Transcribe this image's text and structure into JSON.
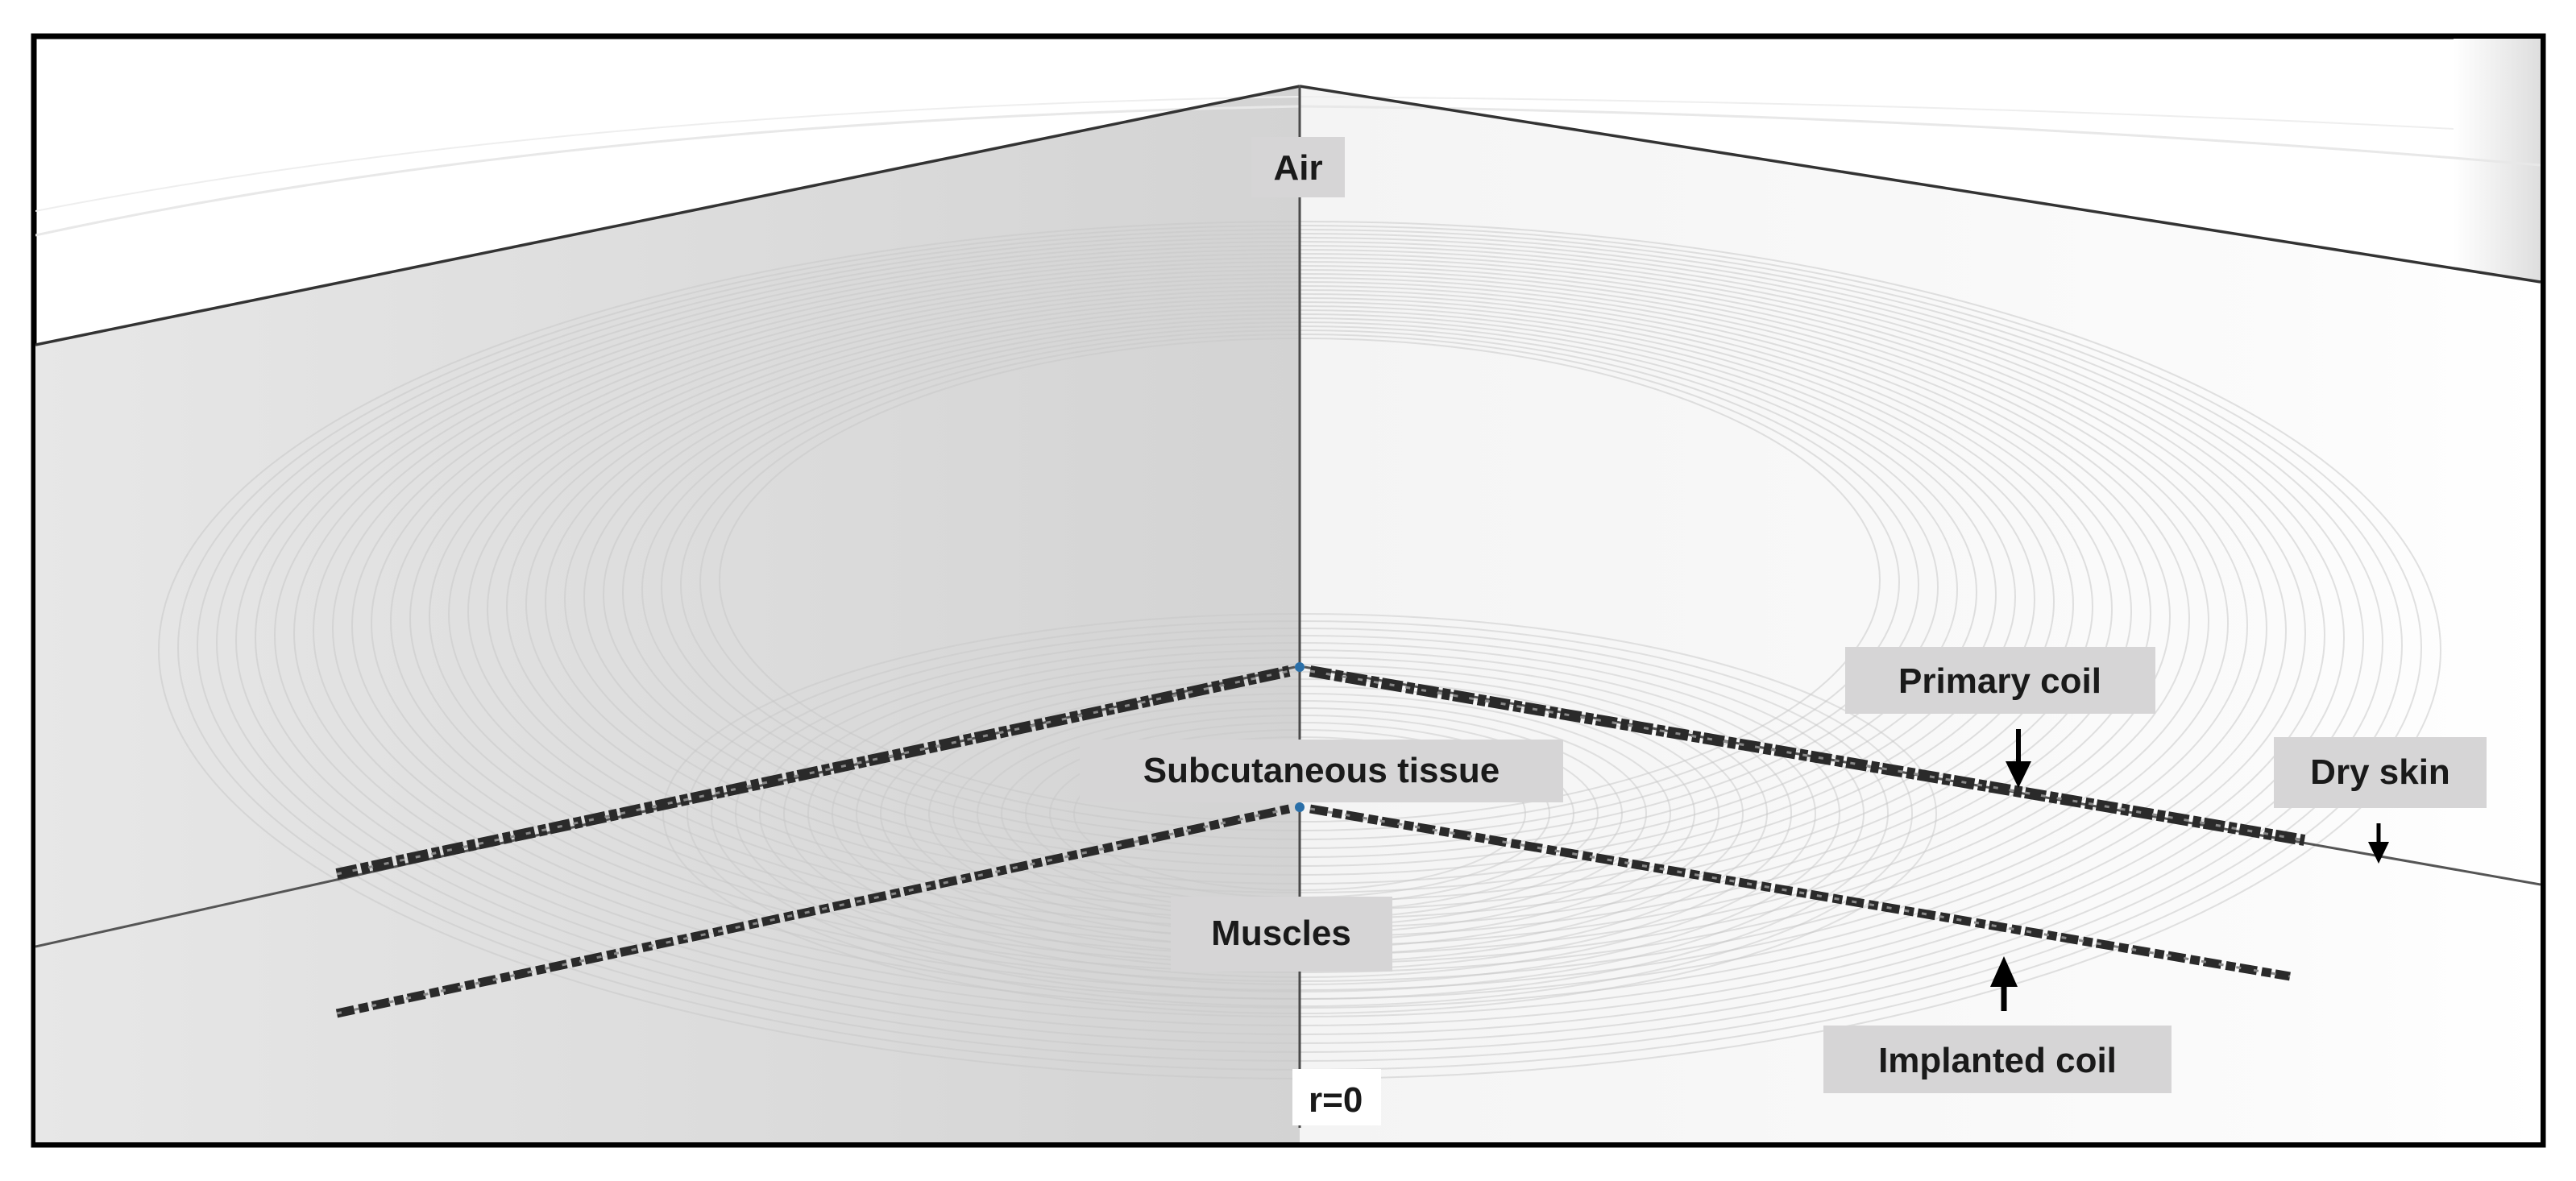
{
  "labels": {
    "air": "Air",
    "subcutaneous_tissue": "Subcutaneous tissue",
    "muscles": "Muscles",
    "r_zero": "r=0",
    "primary_coil": "Primary coil",
    "dry_skin": "Dry skin",
    "implanted_coil": "Implanted coil"
  },
  "colors": {
    "frame": "#000000",
    "left_face": "#dcdcdc",
    "right_face": "#f6f6f6",
    "label_background": "#d6d5d6",
    "coil": "#2a2a2a",
    "field_lines": "#c8c8c8"
  }
}
